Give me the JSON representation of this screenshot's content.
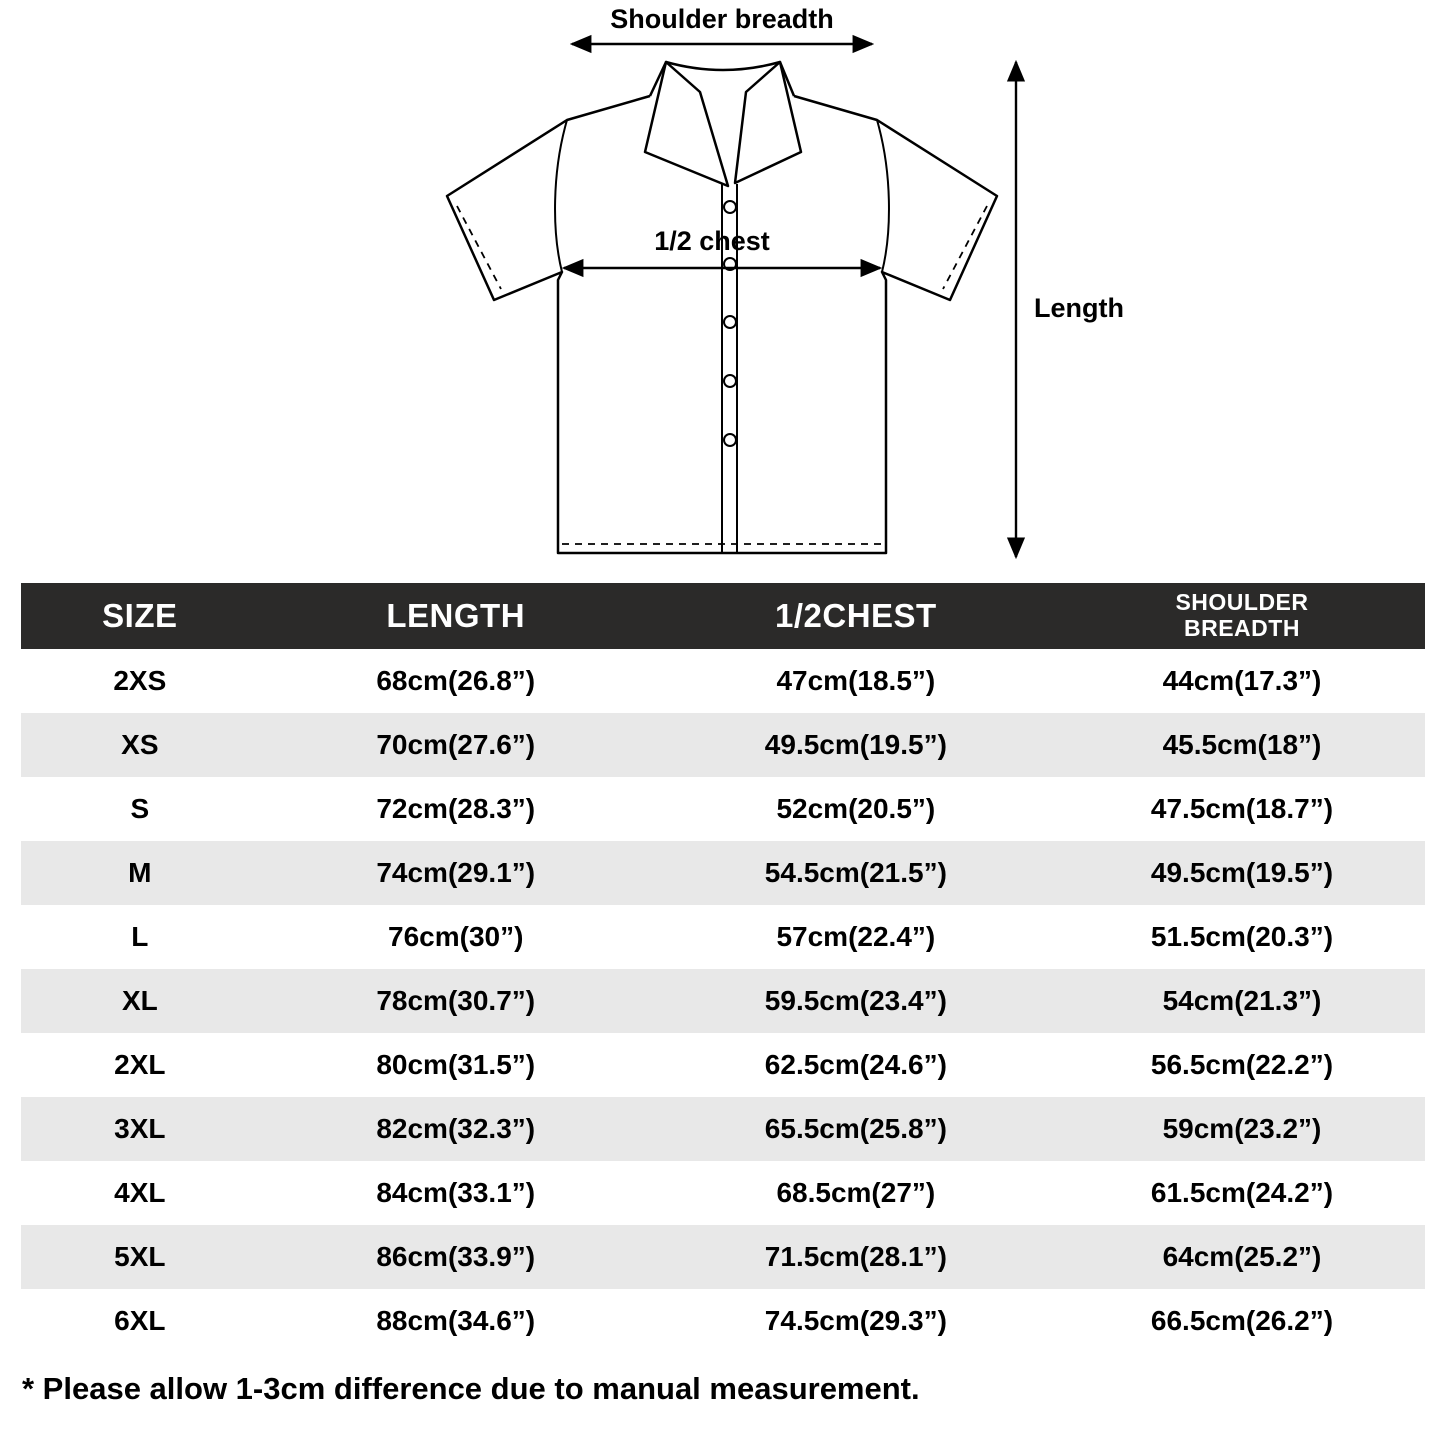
{
  "diagram": {
    "labels": {
      "shoulder_breadth": "Shoulder breadth",
      "half_chest": "1/2 chest",
      "length": "Length"
    }
  },
  "table": {
    "headers": {
      "size": "SIZE",
      "length": "LENGTH",
      "half_chest": "1/2CHEST",
      "shoulder": "SHOULDER BREADTH"
    },
    "rows": [
      {
        "size": "2XS",
        "length": "68cm(26.8”)",
        "half_chest": "47cm(18.5”)",
        "shoulder": "44cm(17.3”)"
      },
      {
        "size": "XS",
        "length": "70cm(27.6”)",
        "half_chest": "49.5cm(19.5”)",
        "shoulder": "45.5cm(18”)"
      },
      {
        "size": "S",
        "length": "72cm(28.3”)",
        "half_chest": "52cm(20.5”)",
        "shoulder": "47.5cm(18.7”)"
      },
      {
        "size": "M",
        "length": "74cm(29.1”)",
        "half_chest": "54.5cm(21.5”)",
        "shoulder": "49.5cm(19.5”)"
      },
      {
        "size": "L",
        "length": "76cm(30”)",
        "half_chest": "57cm(22.4”)",
        "shoulder": "51.5cm(20.3”)"
      },
      {
        "size": "XL",
        "length": "78cm(30.7”)",
        "half_chest": "59.5cm(23.4”)",
        "shoulder": "54cm(21.3”)"
      },
      {
        "size": "2XL",
        "length": "80cm(31.5”)",
        "half_chest": "62.5cm(24.6”)",
        "shoulder": "56.5cm(22.2”)"
      },
      {
        "size": "3XL",
        "length": "82cm(32.3”)",
        "half_chest": "65.5cm(25.8”)",
        "shoulder": "59cm(23.2”)"
      },
      {
        "size": "4XL",
        "length": "84cm(33.1”)",
        "half_chest": "68.5cm(27”)",
        "shoulder": "61.5cm(24.2”)"
      },
      {
        "size": "5XL",
        "length": "86cm(33.9”)",
        "half_chest": "71.5cm(28.1”)",
        "shoulder": "64cm(25.2”)"
      },
      {
        "size": "6XL",
        "length": "88cm(34.6”)",
        "half_chest": "74.5cm(29.3”)",
        "shoulder": "66.5cm(26.2”)"
      }
    ]
  },
  "note": "* Please allow 1-3cm difference due to manual measurement.",
  "colors": {
    "header_bg": "#2b2a29",
    "header_text": "#ffffff",
    "row_alt": "#e8e8e8",
    "text": "#000000"
  }
}
